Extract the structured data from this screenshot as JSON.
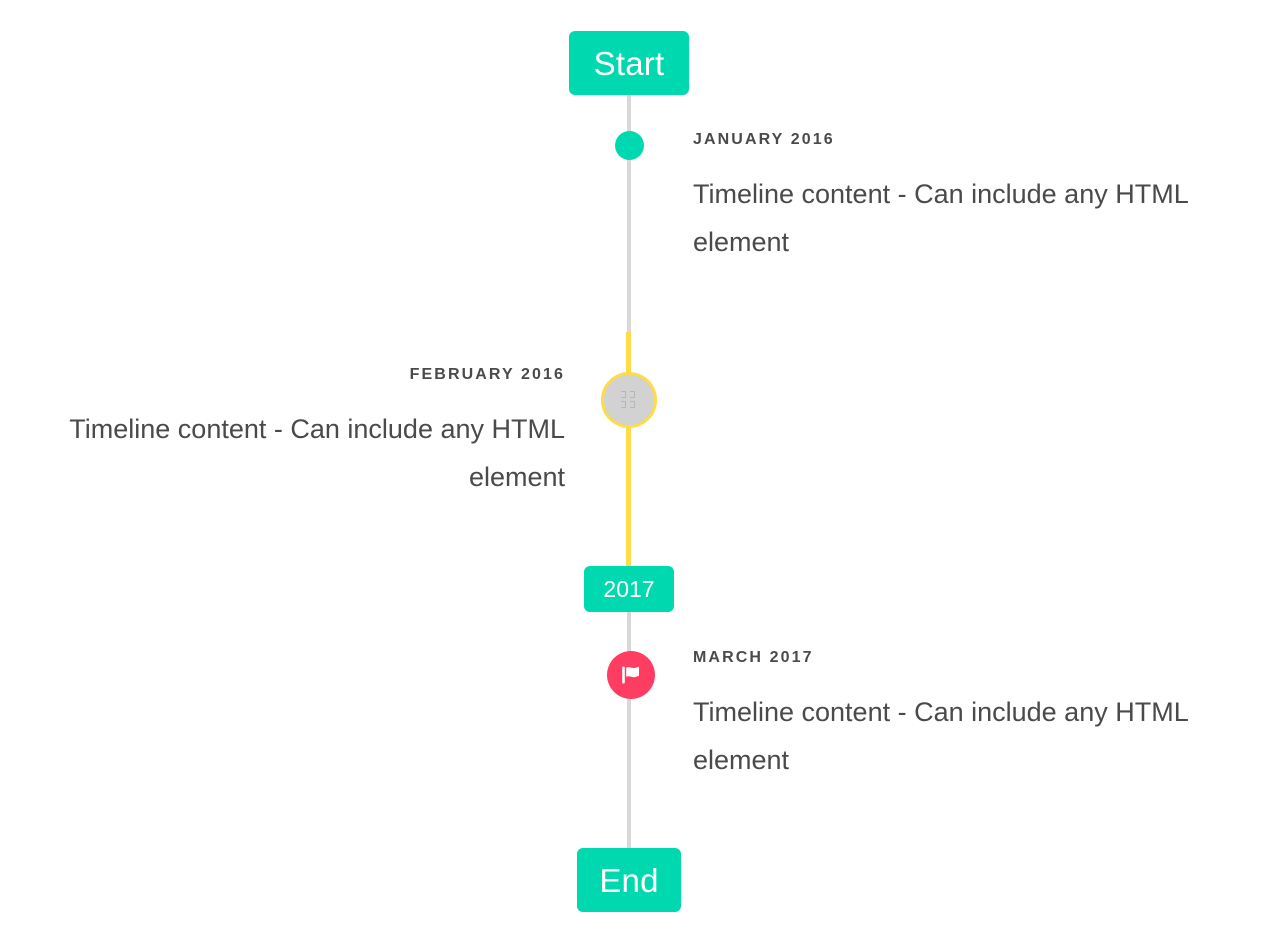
{
  "timeline": {
    "start_label": "Start",
    "end_label": "End",
    "divider_label": "2017",
    "entries": [
      {
        "date": "JANUARY 2016",
        "body": "Timeline content - Can include any HTML element",
        "side": "right",
        "marker": "dot-icon",
        "marker_color": "#00D9AF"
      },
      {
        "date": "FEBRUARY 2016",
        "body": "Timeline content - Can include any HTML element",
        "side": "left",
        "marker": "missing-glyph-icon",
        "marker_color": "#d2d2d2",
        "marker_ring_color": "#FCDC4A"
      },
      {
        "date": "MARCH 2017",
        "body": "Timeline content - Can include any HTML element",
        "side": "right",
        "marker": "flag-icon",
        "marker_color": "#FF3D62"
      }
    ],
    "colors": {
      "accent_teal": "#00D9AF",
      "accent_yellow": "#FCDC4A",
      "accent_pink": "#FF3D62",
      "line_grey": "#d8d8d8",
      "text": "#4a4a4a",
      "background": "#FFFFFF"
    }
  }
}
